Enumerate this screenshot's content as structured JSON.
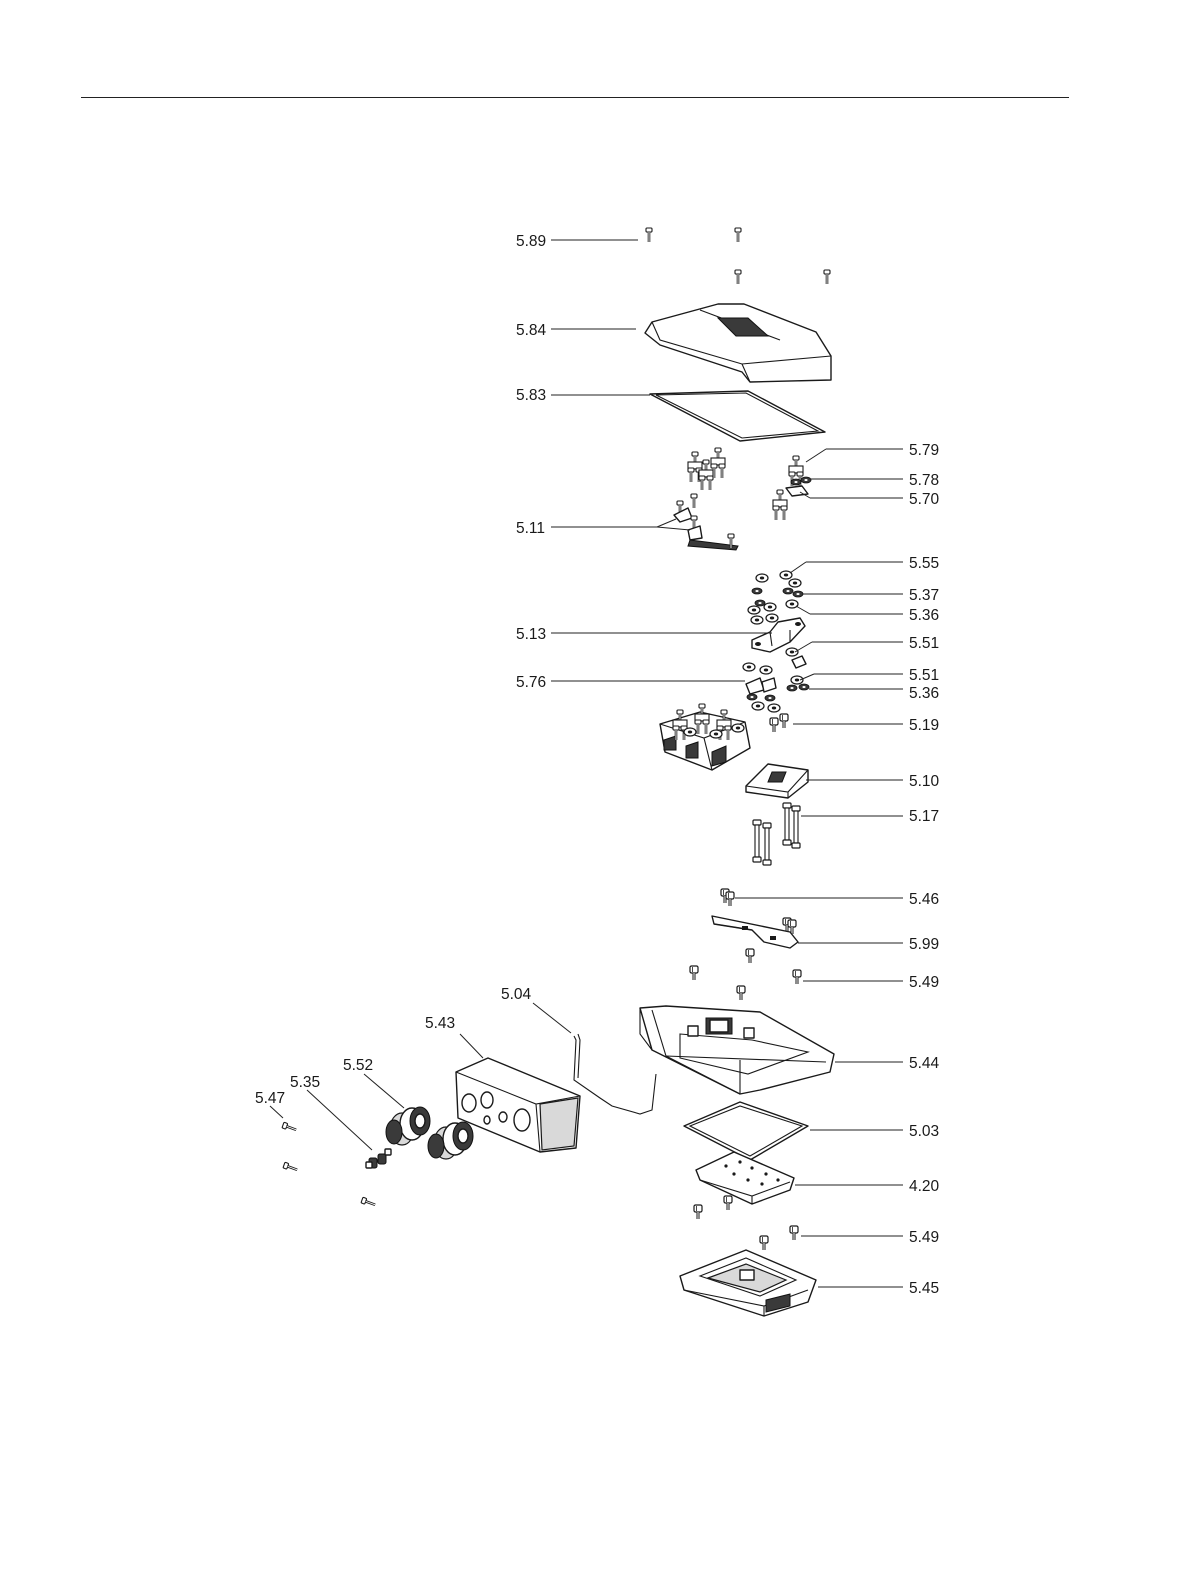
{
  "labels": {
    "p589": "5.89",
    "p584": "5.84",
    "p583": "5.83",
    "p579": "5.79",
    "p578": "5.78",
    "p570": "5.70",
    "p511": "5.11",
    "p555": "5.55",
    "p537": "5.37",
    "p536a": "5.36",
    "p513": "5.13",
    "p551a": "5.51",
    "p551b": "5.51",
    "p576": "5.76",
    "p536b": "5.36",
    "p519": "5.19",
    "p510": "5.10",
    "p517": "5.17",
    "p546": "5.46",
    "p599": "5.99",
    "p549a": "5.49",
    "p504": "5.04",
    "p543": "5.43",
    "p544": "5.44",
    "p552": "5.52",
    "p535": "5.35",
    "p547": "5.47",
    "p503": "5.03",
    "p420": "4.20",
    "p549b": "5.49",
    "p545": "5.45"
  }
}
